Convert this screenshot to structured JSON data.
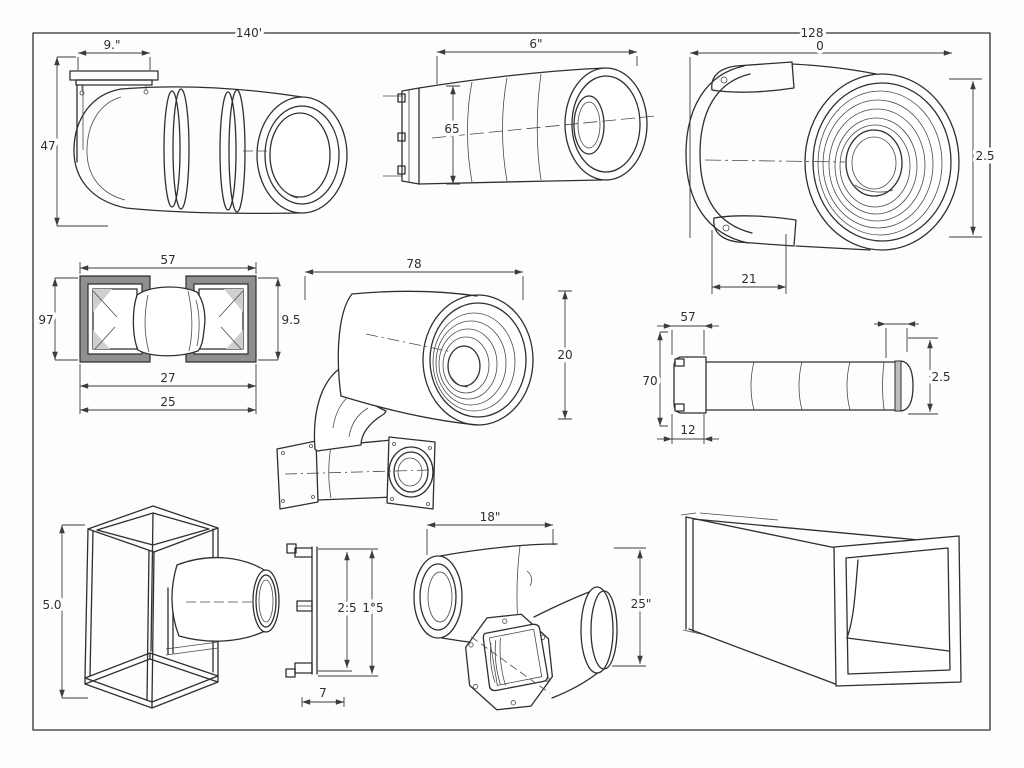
{
  "sheet": {
    "background": "#fdfdfd",
    "line_color": "#2f2f2f",
    "flange_gray": "#8f8f8f"
  },
  "drawings": {
    "flanged_elbow_duct": {
      "dims": {
        "overall_length": "140'",
        "flange_width": "9.\"",
        "height": "47"
      }
    },
    "tapered_duct": {
      "dims": {
        "length": "6\"",
        "inlet_diameter": "65"
      }
    },
    "corrugated_coupler": {
      "dims": {
        "overall": "128",
        "body": "0",
        "diameter": "2.5",
        "flange_offset": "21"
      }
    },
    "twin_flange_connector": {
      "dims": {
        "width": "57",
        "height_left": "97",
        "height_right": "9.5",
        "lower_width": "27",
        "base_width": "25"
      }
    },
    "elbow_assembly": {
      "dims": {
        "length": "78",
        "height": "20"
      }
    },
    "segmented_pipe": {
      "dims": {
        "cap_width": "57",
        "height": "70",
        "cap_base": "12",
        "end_diameter": "2.5"
      }
    },
    "frame_cage": {
      "dims": {
        "height": "5.0"
      }
    },
    "mounting_rail": {
      "dims": {
        "inner_span": "2:5",
        "outer_span": "1°5",
        "foot_width": "7"
      }
    },
    "octagonal_adapter": {
      "dims": {
        "tube_length": "18\"",
        "height": "25\""
      }
    }
  }
}
